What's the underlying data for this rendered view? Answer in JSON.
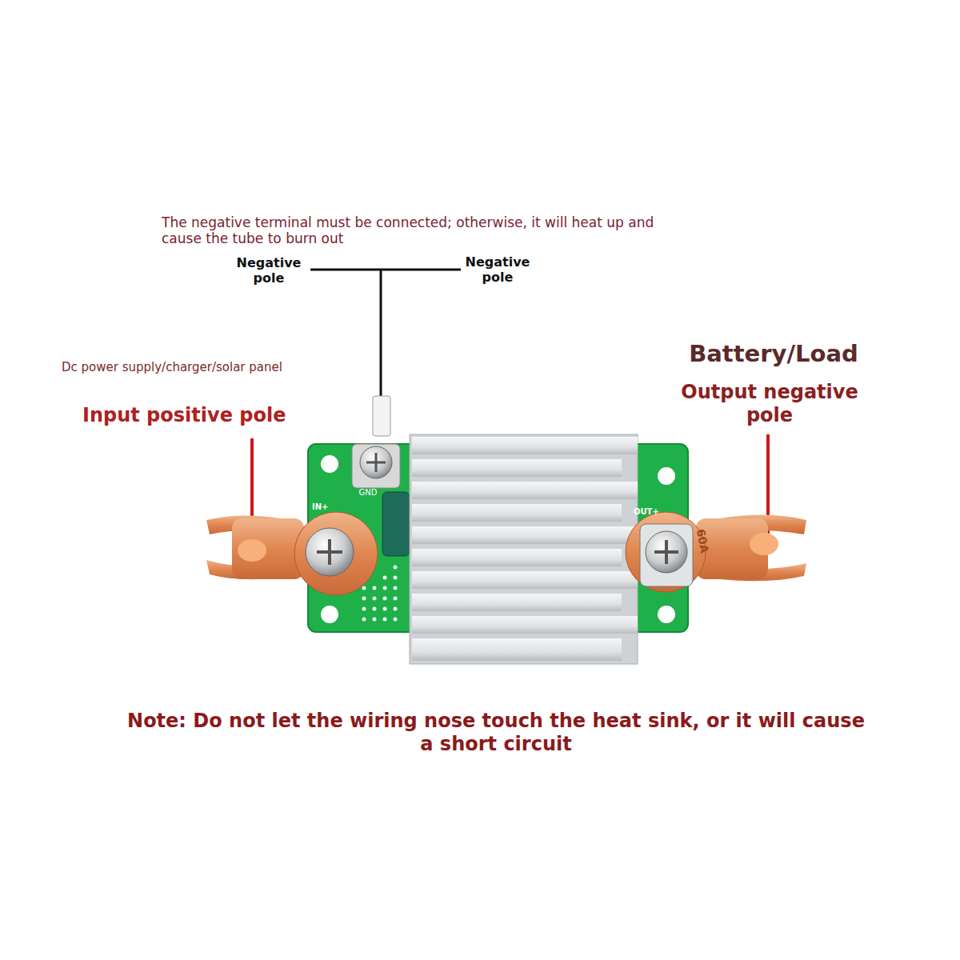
{
  "diagram": {
    "labels": [
      "The negative terminal must be connected; otherwise, it will heat up and cause the tube to burn out",
      "Negative pole",
      "Negative pole",
      "Dc power supply/charger/solar panel",
      "Input positive pole",
      "Battery/Load",
      "Output negative pole",
      "Note: Do not let the wiring nose touch the heat sink, or it will cause a short circuit",
      "GND",
      "IN+",
      "OUT+",
      "60A"
    ]
  }
}
